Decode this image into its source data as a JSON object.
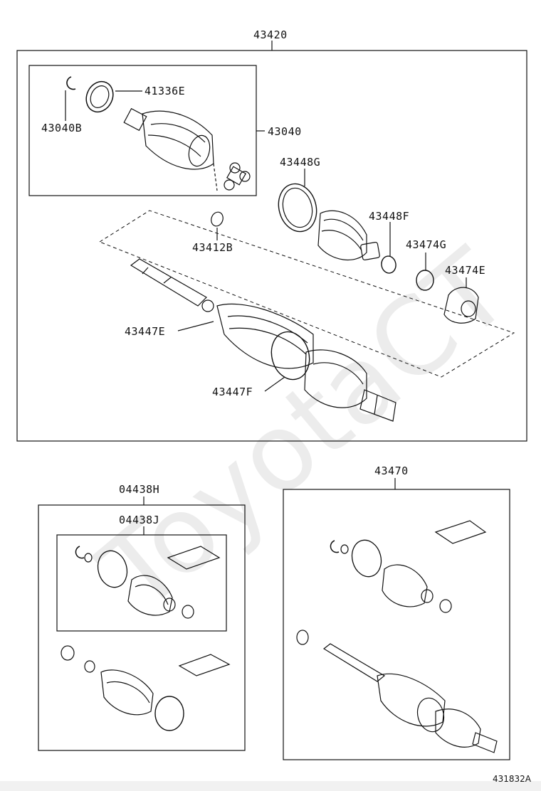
{
  "diagram": {
    "labels": {
      "p43420": "43420",
      "p41336E": "41336E",
      "p43040B": "43040B",
      "p43040": "43040",
      "p43448G": "43448G",
      "p43448F": "43448F",
      "p43474G": "43474G",
      "p43474E": "43474E",
      "p43412B": "43412B",
      "p43447E": "43447E",
      "p43447F": "43447F",
      "p04438H": "04438H",
      "p04438J": "04438J",
      "p43470": "43470"
    },
    "figure_id": "431832A",
    "watermark": "ToyotaCT"
  }
}
